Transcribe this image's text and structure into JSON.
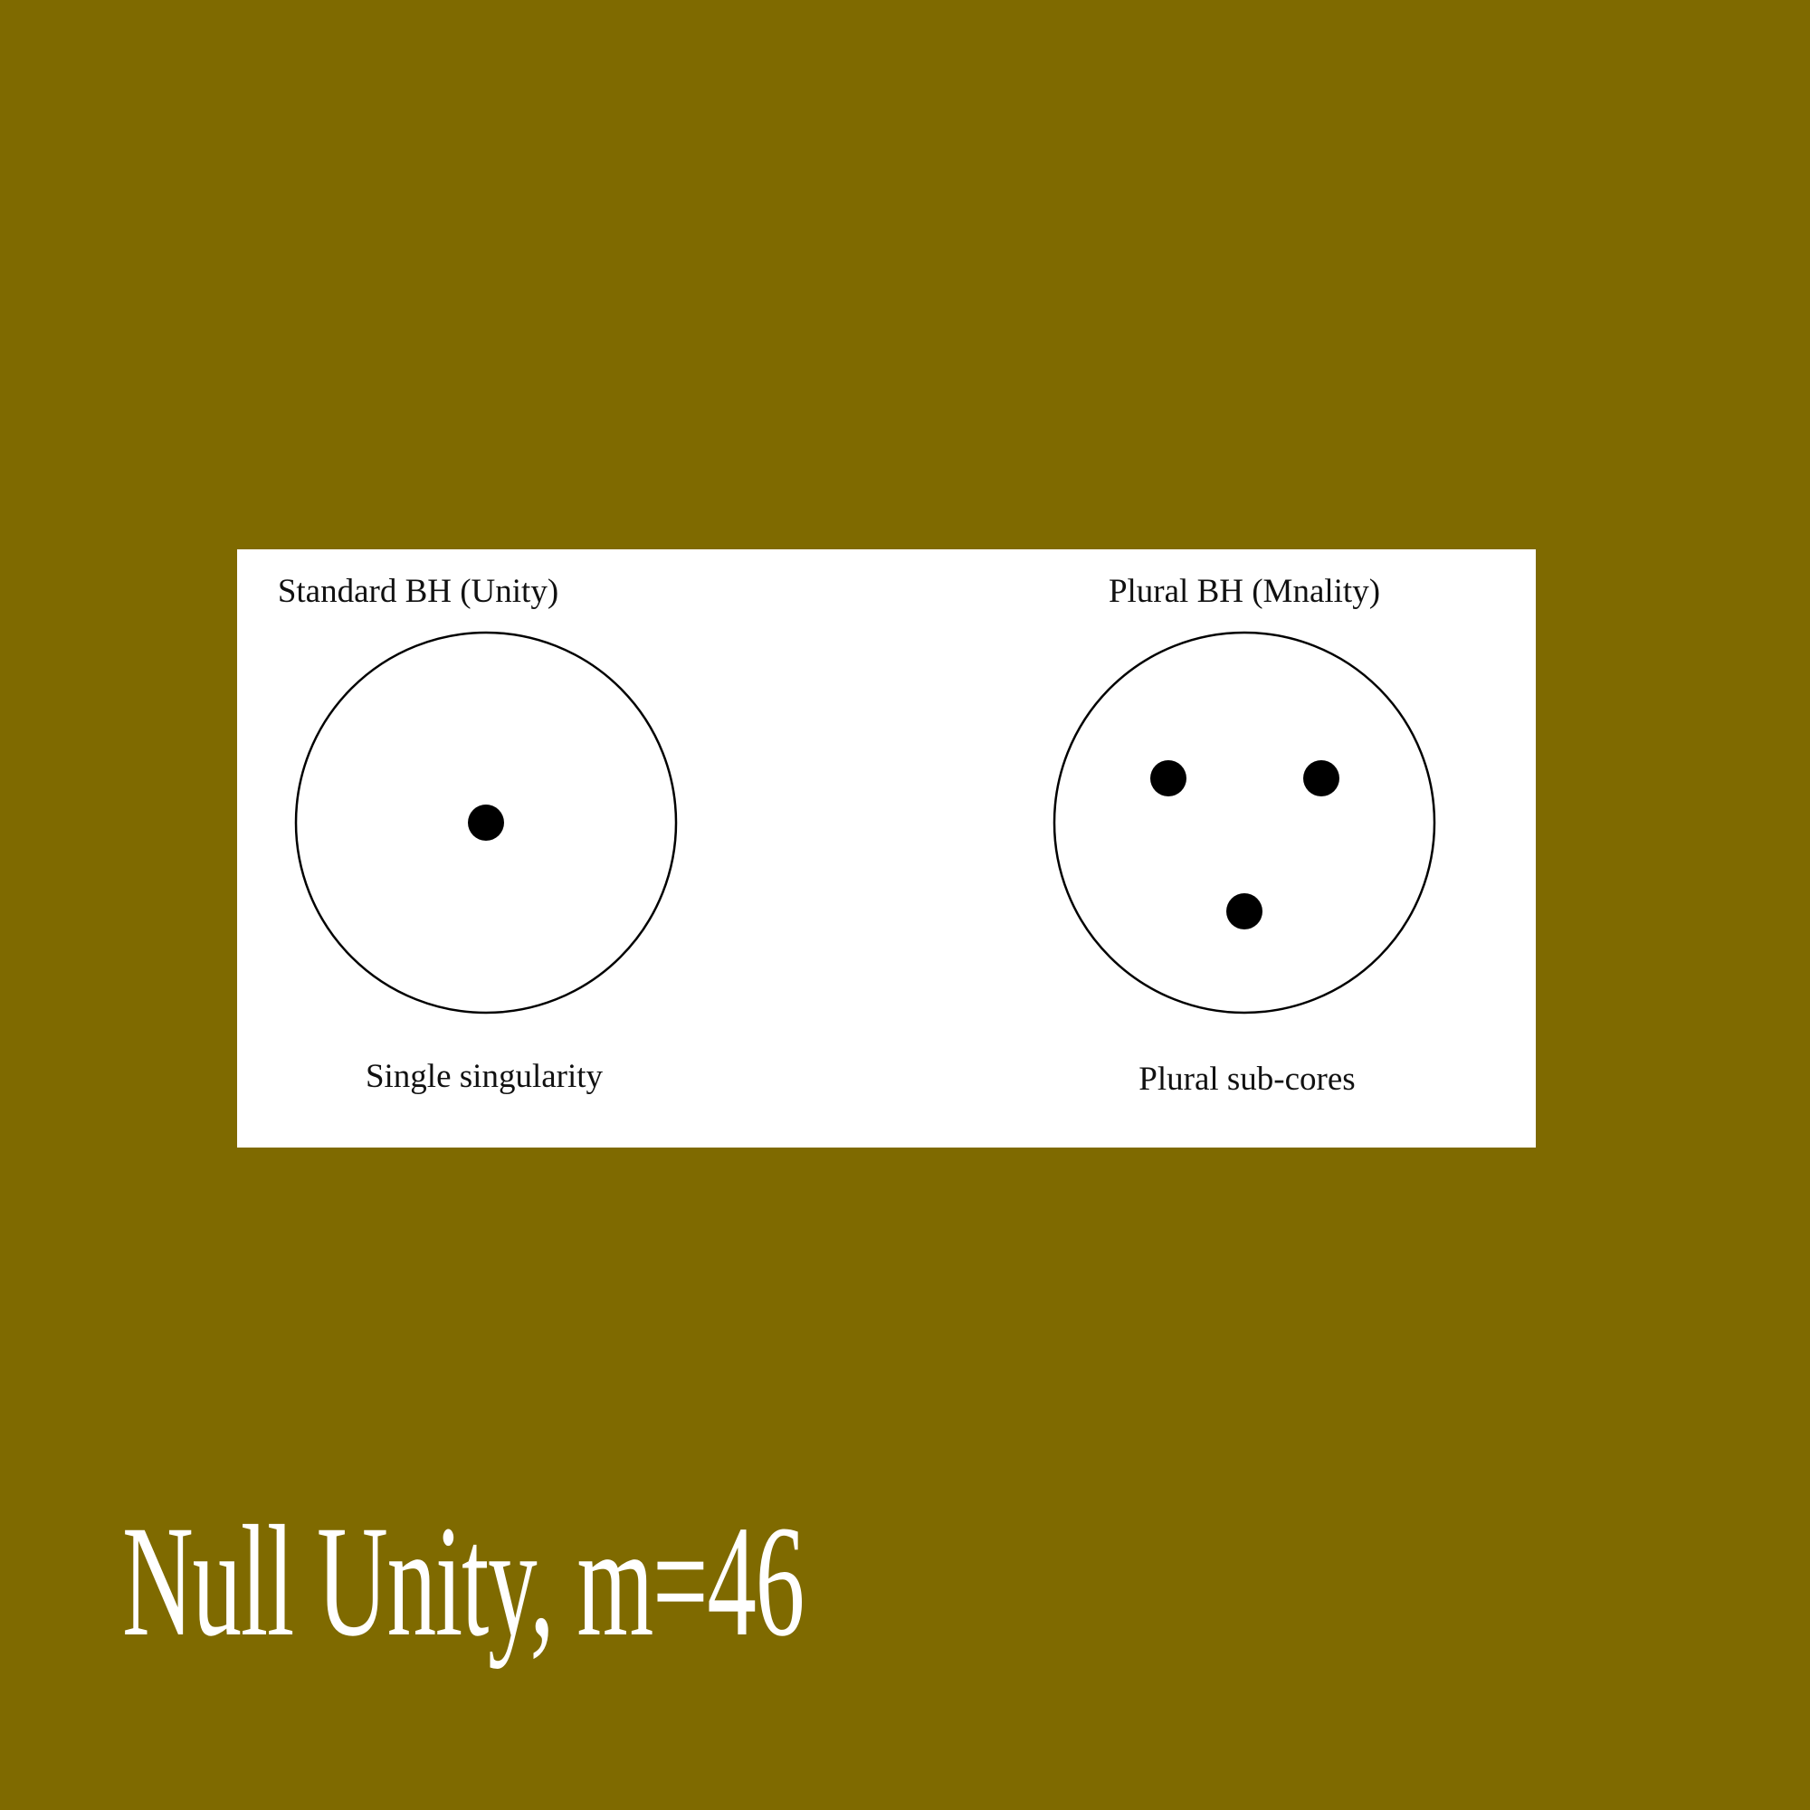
{
  "colors": {
    "background": "#7f6a00",
    "panel": "#ffffff",
    "ink": "#000000",
    "caption_text": "#ffffff"
  },
  "diagram": {
    "left_panel": {
      "title": "Standard BH (Unity)",
      "caption": "Single singularity",
      "core_count": 1
    },
    "right_panel": {
      "title": "Plural BH (Mnality)",
      "caption": "Plural sub-cores",
      "core_count": 3
    }
  },
  "caption": {
    "text": "Null Unity, m=46"
  }
}
